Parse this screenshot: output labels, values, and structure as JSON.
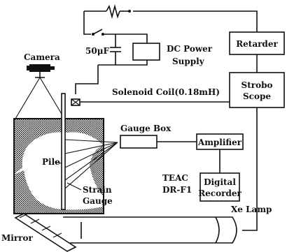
{
  "labels": {
    "camera": "Camera",
    "capacitor": "50μF",
    "dc_power_line1": "DC Power",
    "dc_power_line2": "Supply",
    "retarder": "Retarder",
    "strobo_line1": "Strobo",
    "strobo_line2": "Scope",
    "solenoid": "Solenoid Coil(0.18mH)",
    "gauge_box": "Gauge Box",
    "amplifier": "Amplifier",
    "pile": "Pile",
    "strain_line1": "Strain",
    "strain_line2": "Gauge",
    "teac_line1": "TEAC",
    "teac_line2": "DR-F1",
    "recorder_line1": "Digital",
    "recorder_line2": "Recorder",
    "xe_lamp": "Xe Lamp",
    "mirror": "Mirror"
  }
}
